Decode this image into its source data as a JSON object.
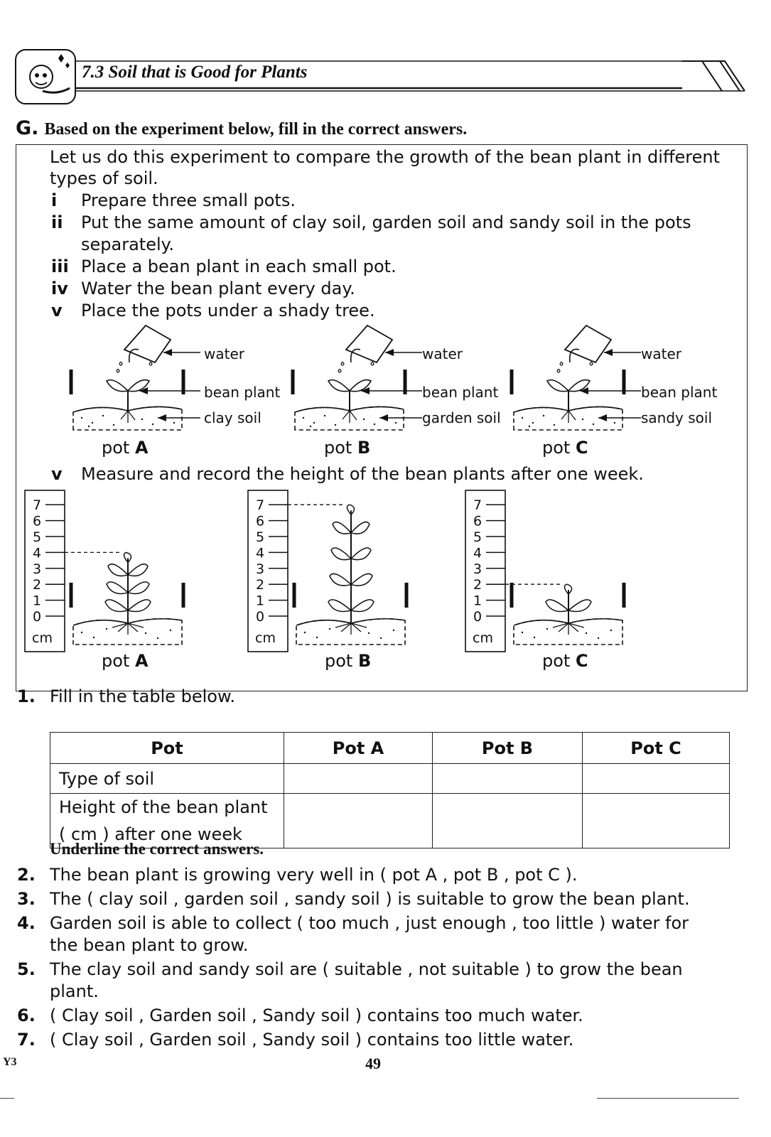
{
  "section": {
    "title": "7.3 Soil that is Good for Plants"
  },
  "instruction": {
    "label": "G.",
    "text": "Based on the experiment below, fill in the correct answers."
  },
  "experiment": {
    "intro_line1": "Let us do this experiment to compare the growth of the bean plant in different",
    "intro_line2": "types of soil.",
    "steps": [
      {
        "num": "i",
        "text": "Prepare three small pots."
      },
      {
        "num": "ii",
        "text": "Put the same amount of clay soil, garden soil and sandy soil in the pots"
      },
      {
        "num": "",
        "text": "separately."
      },
      {
        "num": "iii",
        "text": "Place a bean plant in each small pot."
      },
      {
        "num": "iv",
        "text": "Water the bean plant every day."
      },
      {
        "num": "v",
        "text": "Place the pots under a shady tree."
      }
    ],
    "measure_step": {
      "num": "v",
      "text": "Measure and record the height of the bean plants after one week."
    },
    "setups": [
      {
        "pot": "pot A",
        "pot_prefix": "pot",
        "pot_letter": "A",
        "labels": [
          "water",
          "bean plant",
          "clay soil"
        ]
      },
      {
        "pot": "pot B",
        "pot_prefix": "pot",
        "pot_letter": "B",
        "labels": [
          "water",
          "bean plant",
          "garden soil"
        ]
      },
      {
        "pot": "pot C",
        "pot_prefix": "pot",
        "pot_letter": "C",
        "labels": [
          "water",
          "bean plant",
          "sandy soil"
        ]
      }
    ],
    "ruler": {
      "ticks": [
        "7",
        "6",
        "5",
        "4",
        "3",
        "2",
        "1",
        "0"
      ],
      "unit": "cm"
    },
    "results": [
      {
        "pot_prefix": "pot",
        "pot_letter": "A",
        "height_cm": 4
      },
      {
        "pot_prefix": "pot",
        "pot_letter": "B",
        "height_cm": 7
      },
      {
        "pot_prefix": "pot",
        "pot_letter": "C",
        "height_cm": 2
      }
    ]
  },
  "question1": {
    "num": "1.",
    "text": "Fill in the table below.",
    "table": {
      "headers": [
        "Pot",
        "Pot A",
        "Pot B",
        "Pot C"
      ],
      "rows": [
        {
          "label": "Type of soil"
        },
        {
          "label_line1": "Height of the bean plant",
          "label_line2": "( cm ) after one week"
        }
      ]
    }
  },
  "underline_instruction": "Underline the correct answers.",
  "questions": [
    {
      "num": "2.",
      "line1": "The bean plant is growing very well in (  pot A  ,  pot B  ,  pot C  )."
    },
    {
      "num": "3.",
      "line1": "The (  clay soil  ,  garden soil  ,  sandy soil  ) is suitable to grow the bean plant."
    },
    {
      "num": "4.",
      "line1": "Garden soil is able to collect (  too much  ,  just enough  ,  too little  ) water for",
      "line2": "the bean plant to grow."
    },
    {
      "num": "5.",
      "line1": "The clay soil and sandy soil are (  suitable  ,  not suitable  ) to grow the bean",
      "line2": "plant."
    },
    {
      "num": "6.",
      "line1": "(  Clay soil  ,  Garden soil  ,  Sandy soil  ) contains too much water."
    },
    {
      "num": "7.",
      "line1": "(  Clay soil  ,  Garden soil  ,  Sandy soil  ) contains too little water."
    }
  ],
  "footer": {
    "code": "Y3",
    "page_number": "49"
  }
}
